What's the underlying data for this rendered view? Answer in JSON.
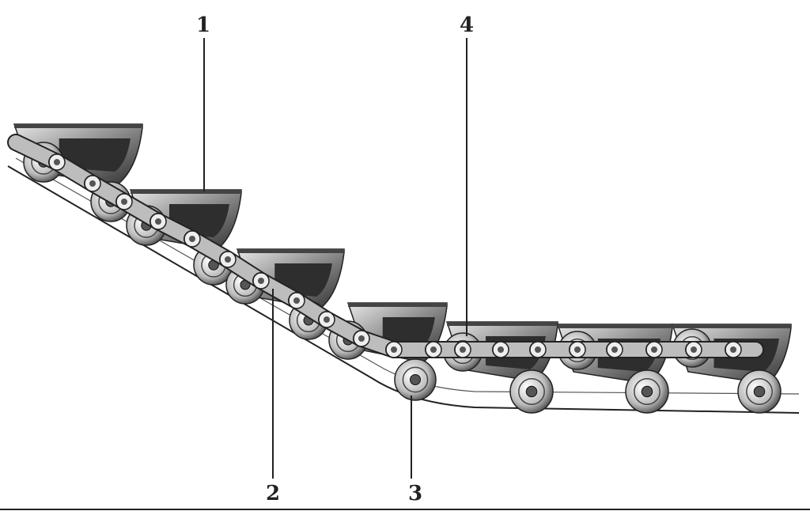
{
  "diagram": {
    "labels": {
      "one": "1",
      "two": "2",
      "three": "3",
      "four": "4"
    },
    "colors": {
      "ink": "#222222",
      "bucket_dark": "#3a3a3a",
      "bucket_mid": "#8a8a8a",
      "bucket_light": "#d9d9d9"
    }
  }
}
